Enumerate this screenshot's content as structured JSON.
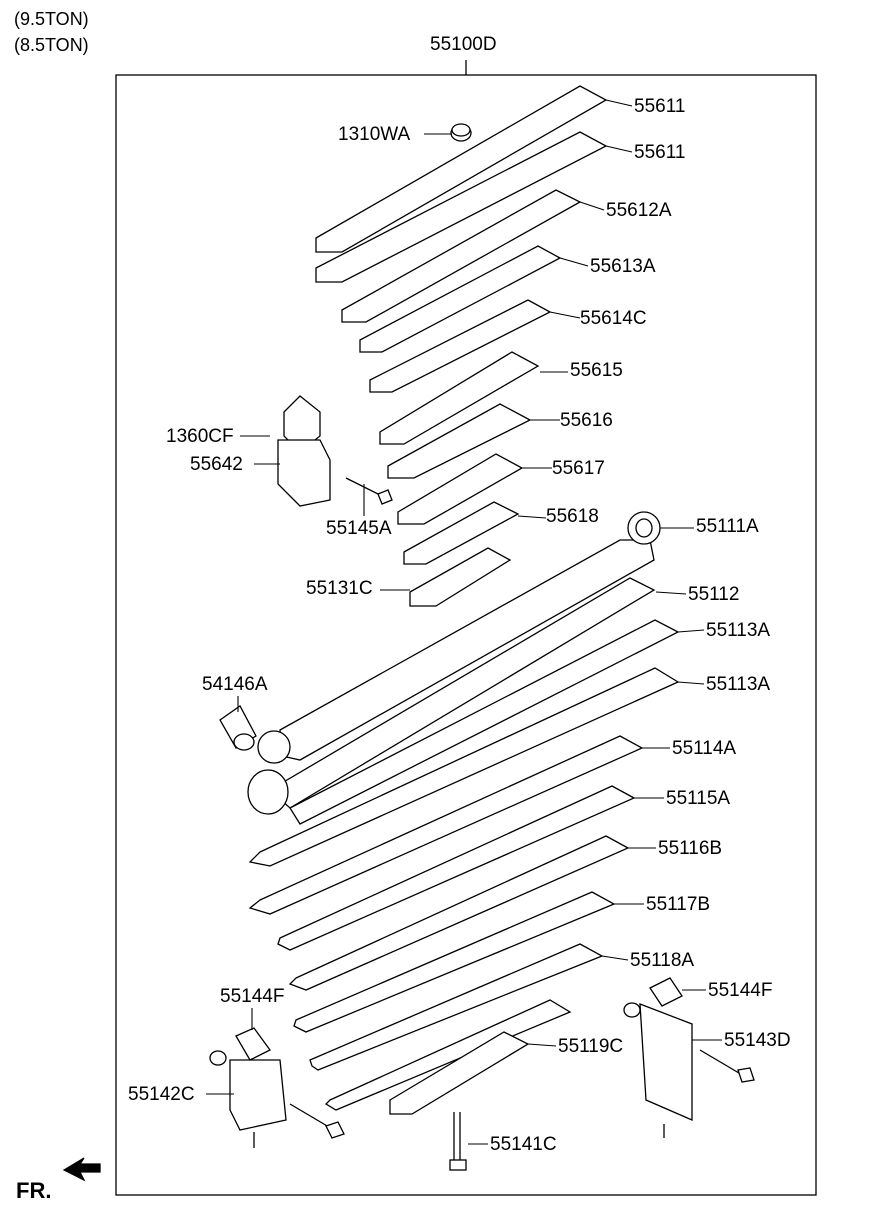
{
  "header": {
    "line1": "(9.5TON)",
    "line2": "(8.5TON)"
  },
  "assembly_label": "55100D",
  "fr_label": "FR.",
  "parts": [
    "55611",
    "55611",
    "1310WA",
    "55612A",
    "55613A",
    "55614C",
    "55615",
    "55616",
    "55617",
    "55618",
    "1360CF",
    "55642",
    "55145A",
    "55131C",
    "55111A",
    "55112",
    "55113A",
    "55113A",
    "54146A",
    "55114A",
    "55115A",
    "55116B",
    "55117B",
    "55118A",
    "55144F",
    "55144F",
    "55143D",
    "55119C",
    "55142C",
    "55141C"
  ]
}
